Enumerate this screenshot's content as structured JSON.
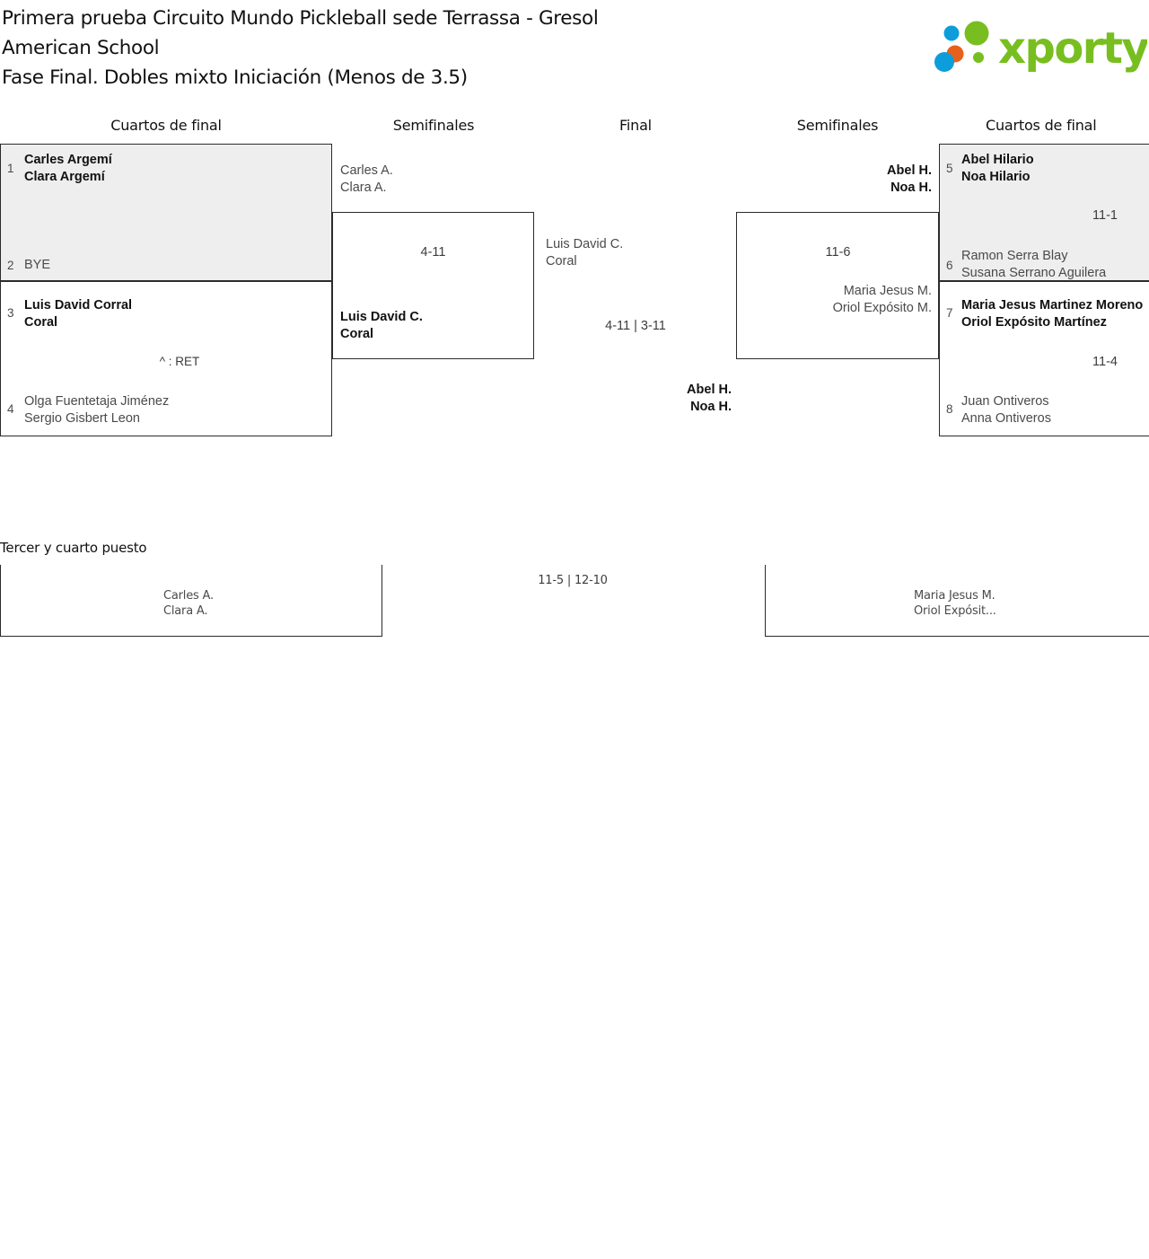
{
  "header": {
    "title_lines": [
      "Primera prueba Circuito Mundo Pickleball sede Terrassa - Gresol",
      "American School",
      "Fase Final. Dobles mixto Iniciación (Menos de 3.5)"
    ],
    "logo_text": "xporty",
    "logo_colors": {
      "green": "#78be20",
      "blue": "#0d9ddb",
      "orange": "#e8611c"
    }
  },
  "rounds": {
    "left_qf": "Cuartos de final",
    "left_sf": "Semifinales",
    "final": "Final",
    "right_sf": "Semifinales",
    "right_qf": "Cuartos de final"
  },
  "left": {
    "qf": [
      {
        "seed": "1",
        "line1": "Carles Argemí",
        "line2": "Clara Argemí",
        "winner": true,
        "highlight": true
      },
      {
        "seed": "2",
        "line1": "BYE",
        "line2": "",
        "winner": false,
        "highlight": true
      },
      {
        "seed": "3",
        "line1": "Luis David Corral",
        "line2": "Coral",
        "winner": true,
        "highlight": false
      },
      {
        "seed": "4",
        "line1": "Olga Fuentetaja Jiménez",
        "line2": "Sergio Gisbert Leon",
        "winner": false,
        "highlight": false
      }
    ],
    "qf_scores": [
      "",
      "^ : RET"
    ],
    "sf": {
      "top": {
        "line1": "Carles A.",
        "line2": "Clara A.",
        "winner": false
      },
      "bottom": {
        "line1": "Luis David C.",
        "line2": "Coral",
        "winner": true
      },
      "score": "4-11"
    }
  },
  "final": {
    "top": {
      "line1": "Luis David C.",
      "line2": "Coral",
      "winner": false
    },
    "bottom": {
      "line1": "Abel H.",
      "line2": "Noa H.",
      "winner": true
    },
    "score": "4-11 | 3-11"
  },
  "right": {
    "qf": [
      {
        "seed": "5",
        "line1": "Abel Hilario",
        "line2": "Noa Hilario",
        "winner": true,
        "highlight": true
      },
      {
        "seed": "6",
        "line1": "Ramon Serra Blay",
        "line2": "Susana Serrano Aguilera",
        "winner": false,
        "highlight": true
      },
      {
        "seed": "7",
        "line1": "Maria Jesus Martinez Moreno",
        "line2": "Oriol Expósito Martínez",
        "winner": true,
        "highlight": false
      },
      {
        "seed": "8",
        "line1": "Juan Ontiveros",
        "line2": "Anna Ontiveros",
        "winner": false,
        "highlight": false
      }
    ],
    "qf_scores": [
      "11-1",
      "11-4"
    ],
    "sf": {
      "top": {
        "line1": "Abel H.",
        "line2": "Noa H.",
        "winner": true
      },
      "bottom": {
        "line1": "Maria Jesus M.",
        "line2": "Oriol Expósito M.",
        "winner": false
      },
      "score": "11-6"
    }
  },
  "third_place": {
    "title": "Tercer y cuarto puesto",
    "left": {
      "line1": "Carles A.",
      "line2": "Clara A."
    },
    "right": {
      "line1": "Maria Jesus M.",
      "line2": "Oriol Expósit..."
    },
    "score": "11-5 | 12-10"
  }
}
